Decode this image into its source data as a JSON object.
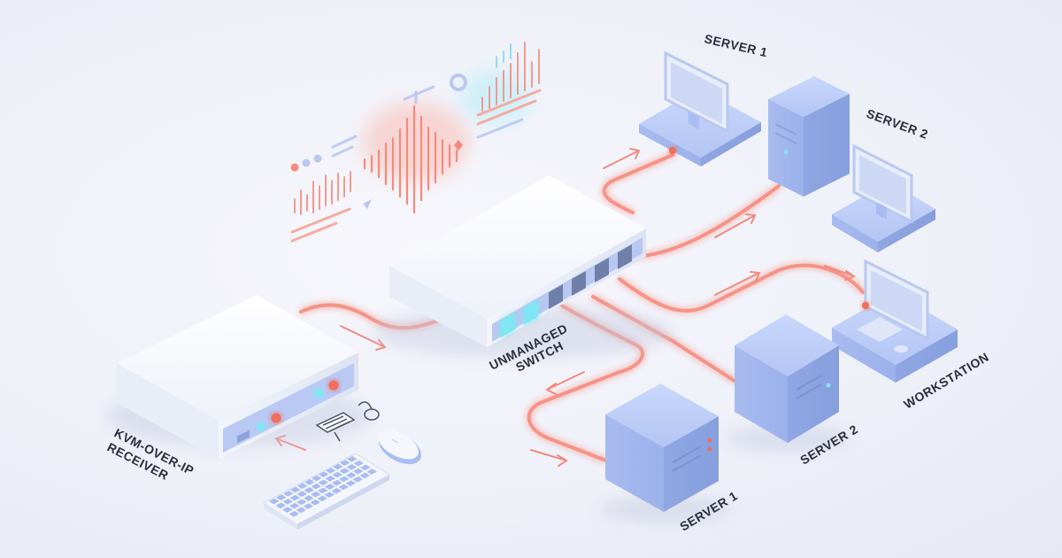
{
  "labels": {
    "kvm_line1": "KVM-OVER-IP",
    "kvm_line2": "RECEIVER",
    "switch_line1": "UNMANAGED",
    "switch_line2": "SWITCH",
    "server1_top": "SERVER 1",
    "server2_top": "SERVER 2",
    "workstation": "WORKSTATION",
    "server2_bottom": "SERVER 2",
    "server1_bottom": "SERVER 1"
  },
  "colors": {
    "cable": "#f7897a",
    "device_blue": "#a9bdf2",
    "device_white": "#f4f6fc",
    "accent_cyan": "#7fe6f2",
    "led_red": "#f26d5b"
  },
  "icons": [
    "keyboard-icon",
    "mouse-icon",
    "monitor-icon",
    "waveform-icon",
    "arrow-icon"
  ]
}
